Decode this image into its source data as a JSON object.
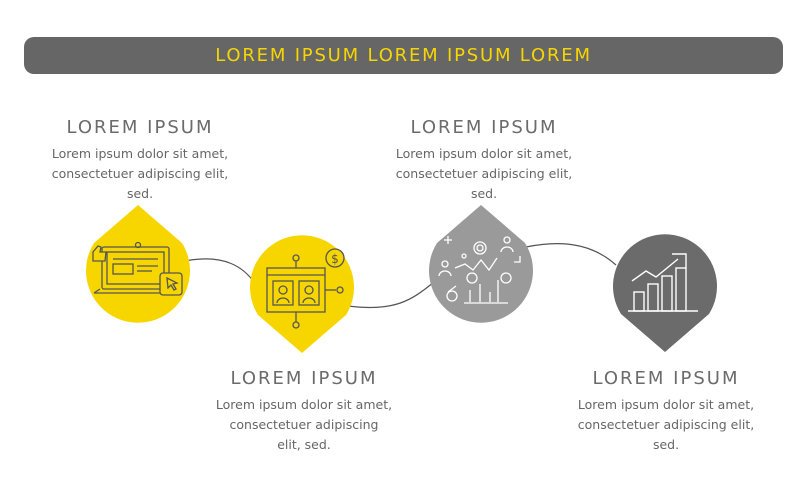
{
  "banner": {
    "title": "LOREM IPSUM LOREM IPSUM LOREM"
  },
  "steps": [
    {
      "heading": "LOREM IPSUM",
      "line1": "Lorem ipsum dolor sit amet,",
      "line2": "consectetuer adipiscing elit,",
      "line3": "sed.",
      "icon": "laptop-like-icon"
    },
    {
      "heading": "LOREM IPSUM",
      "line1": "Lorem ipsum dolor sit amet,",
      "line2": "consectetuer adipiscing",
      "line3": "elit, sed.",
      "icon": "web-payment-icon"
    },
    {
      "heading": "LOREM IPSUM",
      "line1": "Lorem ipsum dolor sit amet,",
      "line2": "consectetuer adipiscing elit,",
      "line3": "sed.",
      "icon": "analytics-icon"
    },
    {
      "heading": "LOREM IPSUM",
      "line1": "Lorem ipsum dolor sit amet,",
      "line2": "consectetuer adipiscing elit,",
      "line3": "sed.",
      "icon": "growth-chart-icon"
    }
  ],
  "colors": {
    "banner_bg": "#666666",
    "banner_text": "#f7d600",
    "yellow": "#f7d600",
    "light_gray": "#9a9a9a",
    "dark_gray": "#6b6b6b",
    "heading_text": "#6b6b6b",
    "body_text": "#666666",
    "connector": "#555555"
  }
}
